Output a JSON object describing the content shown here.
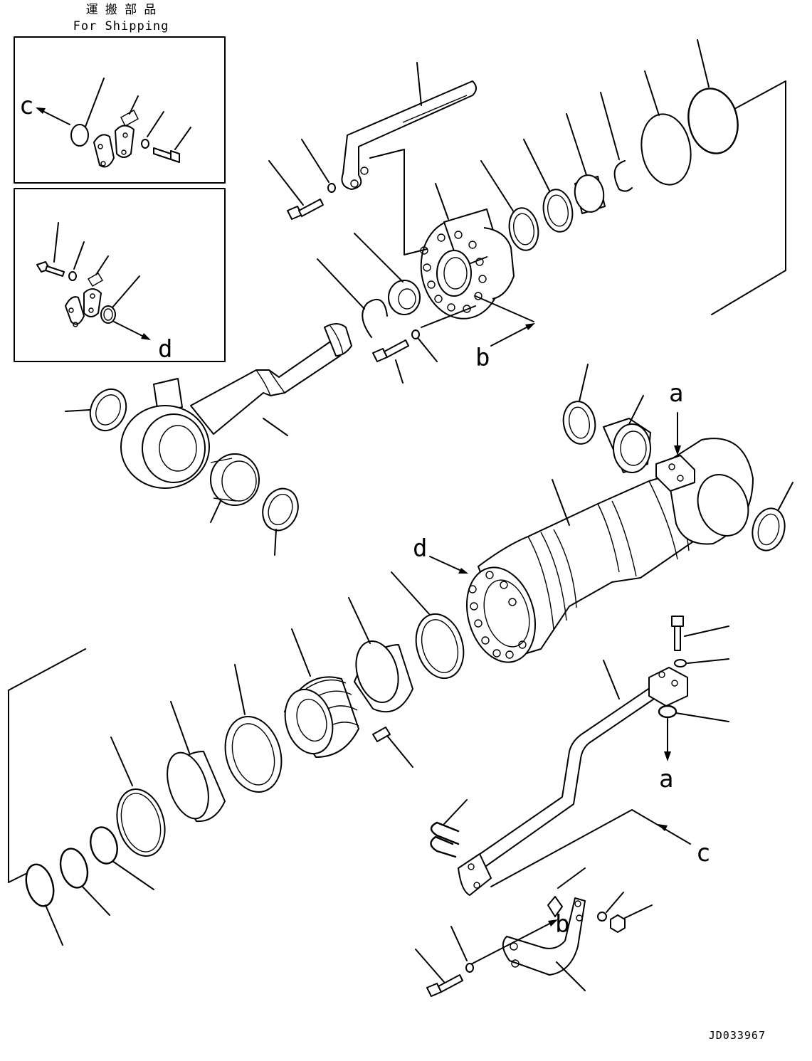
{
  "header": {
    "title_jp": "運 搬 部 品",
    "title_en": "For Shipping"
  },
  "callouts": {
    "c_box": "c",
    "d_box": "d",
    "b_rod": "b",
    "a_top": "a",
    "d_cyl": "d",
    "a_pipe": "a",
    "c_pipe": "c",
    "b_clamp": "b"
  },
  "drawing_id": "JD033967"
}
